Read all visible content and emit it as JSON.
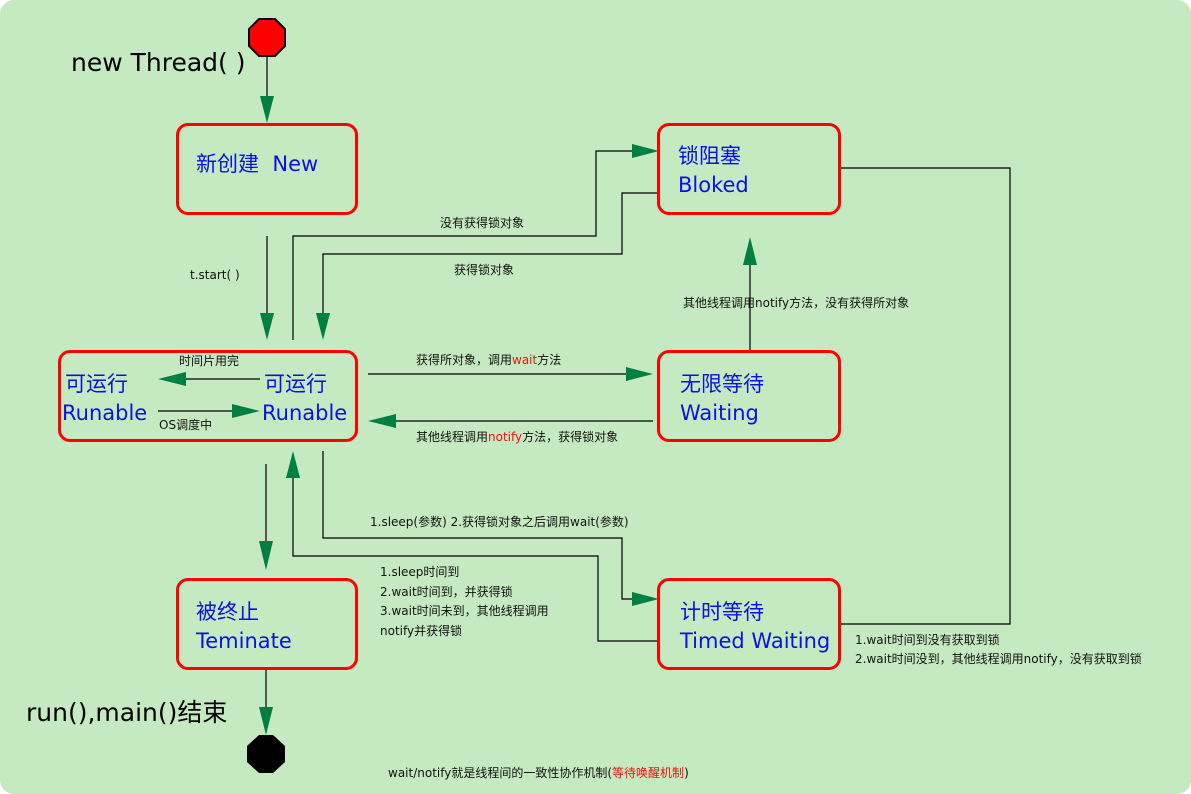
{
  "colors": {
    "background": "#c5e9c0",
    "state_border": "#ff0000",
    "state_text": "#0a10e8",
    "arrow_head": "#008040",
    "line": "#000000",
    "start_node": "#ff0000",
    "end_node": "#000000",
    "highlight_text": "#ee1111"
  },
  "start_label": "new Thread( )",
  "end_label": "run(),main()结束",
  "states": {
    "new": {
      "cn": "新创建",
      "en": "New"
    },
    "blocked": {
      "cn": "锁阻塞",
      "en": "Bloked"
    },
    "runnable_ready": {
      "cn": "可运行",
      "en": "Runable"
    },
    "runnable_running": {
      "cn": "可运行",
      "en": "Runable"
    },
    "waiting": {
      "cn": "无限等待",
      "en": "Waiting"
    },
    "timed_waiting": {
      "cn": "计时等待",
      "en": "Timed Waiting"
    },
    "terminated": {
      "cn": "被终止",
      "en": "Teminate"
    }
  },
  "transitions": {
    "start": "t.start( )",
    "no_lock": "没有获得锁对象",
    "got_lock": "获得锁对象",
    "notify_no_lock": "其他线程调用notify方法，没有获得所对象",
    "time_slice": "时间片用完",
    "os_schedule": "OS调度中",
    "wait": {
      "prefix": "获得所对象，调用",
      "highlight": "wait",
      "suffix": "方法"
    },
    "notify": {
      "prefix": "其他线程调用",
      "highlight": "notify",
      "suffix": "方法，获得锁对象"
    },
    "to_timed": "1.sleep(参数) 2.获得锁对象之后调用wait(参数)",
    "from_timed": [
      "1.sleep时间到",
      "2.wait时间到，并获得锁",
      "3.wait时间未到，其他线程调用",
      "notify并获得锁"
    ],
    "timed_to_blocked": [
      "1.wait时间到没有获取到锁",
      "2.wait时间没到，其他线程调用notify，没有获取到锁"
    ]
  },
  "footer": {
    "prefix": "wait/notify就是线程间的一致性协作机制(",
    "highlight": "等待唤醒机制",
    "suffix": ")"
  }
}
